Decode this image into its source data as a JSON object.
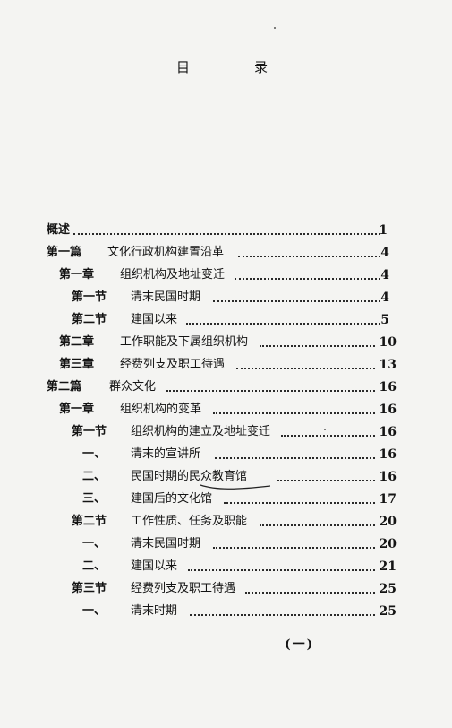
{
  "header": {
    "title_left": "目",
    "title_right": "录"
  },
  "toc": [
    {
      "label": "概述",
      "title": "",
      "page": "1"
    },
    {
      "label": "第一篇",
      "title": "文化行政机构建置沿革",
      "page": "4"
    },
    {
      "label": "第一章",
      "title": "组织机构及地址变迁",
      "page": "4"
    },
    {
      "label": "第一节",
      "title": "清末民国时期",
      "page": "4"
    },
    {
      "label": "第二节",
      "title": "建国以来",
      "page": "5"
    },
    {
      "label": "第二章",
      "title": "工作职能及下属组织机构",
      "page": "10"
    },
    {
      "label": "第三章",
      "title": "经费列支及职工待遇",
      "page": "13"
    },
    {
      "label": "第二篇",
      "title": "群众文化",
      "page": "16"
    },
    {
      "label": "第一章",
      "title": "组织机构的变革",
      "page": "16"
    },
    {
      "label": "第一节",
      "title": "组织机构的建立及地址变迁",
      "page": "16"
    },
    {
      "label": "一、",
      "title": "清末的宣讲所",
      "page": "16"
    },
    {
      "label": "二、",
      "title": "民国时期的民众教育馆",
      "page": "16"
    },
    {
      "label": "三、",
      "title": "建国后的文化馆",
      "page": "17"
    },
    {
      "label": "第二节",
      "title": "工作性质、任务及职能",
      "page": "20"
    },
    {
      "label": "一、",
      "title": "清末民国时期",
      "page": "20"
    },
    {
      "label": "二、",
      "title": "建国以来",
      "page": "21"
    },
    {
      "label": "第三节",
      "title": "经费列支及职工待遇",
      "page": "25"
    },
    {
      "label": "一、",
      "title": "清末时期",
      "page": "25"
    }
  ],
  "footer": {
    "page_marker": "(一)"
  }
}
